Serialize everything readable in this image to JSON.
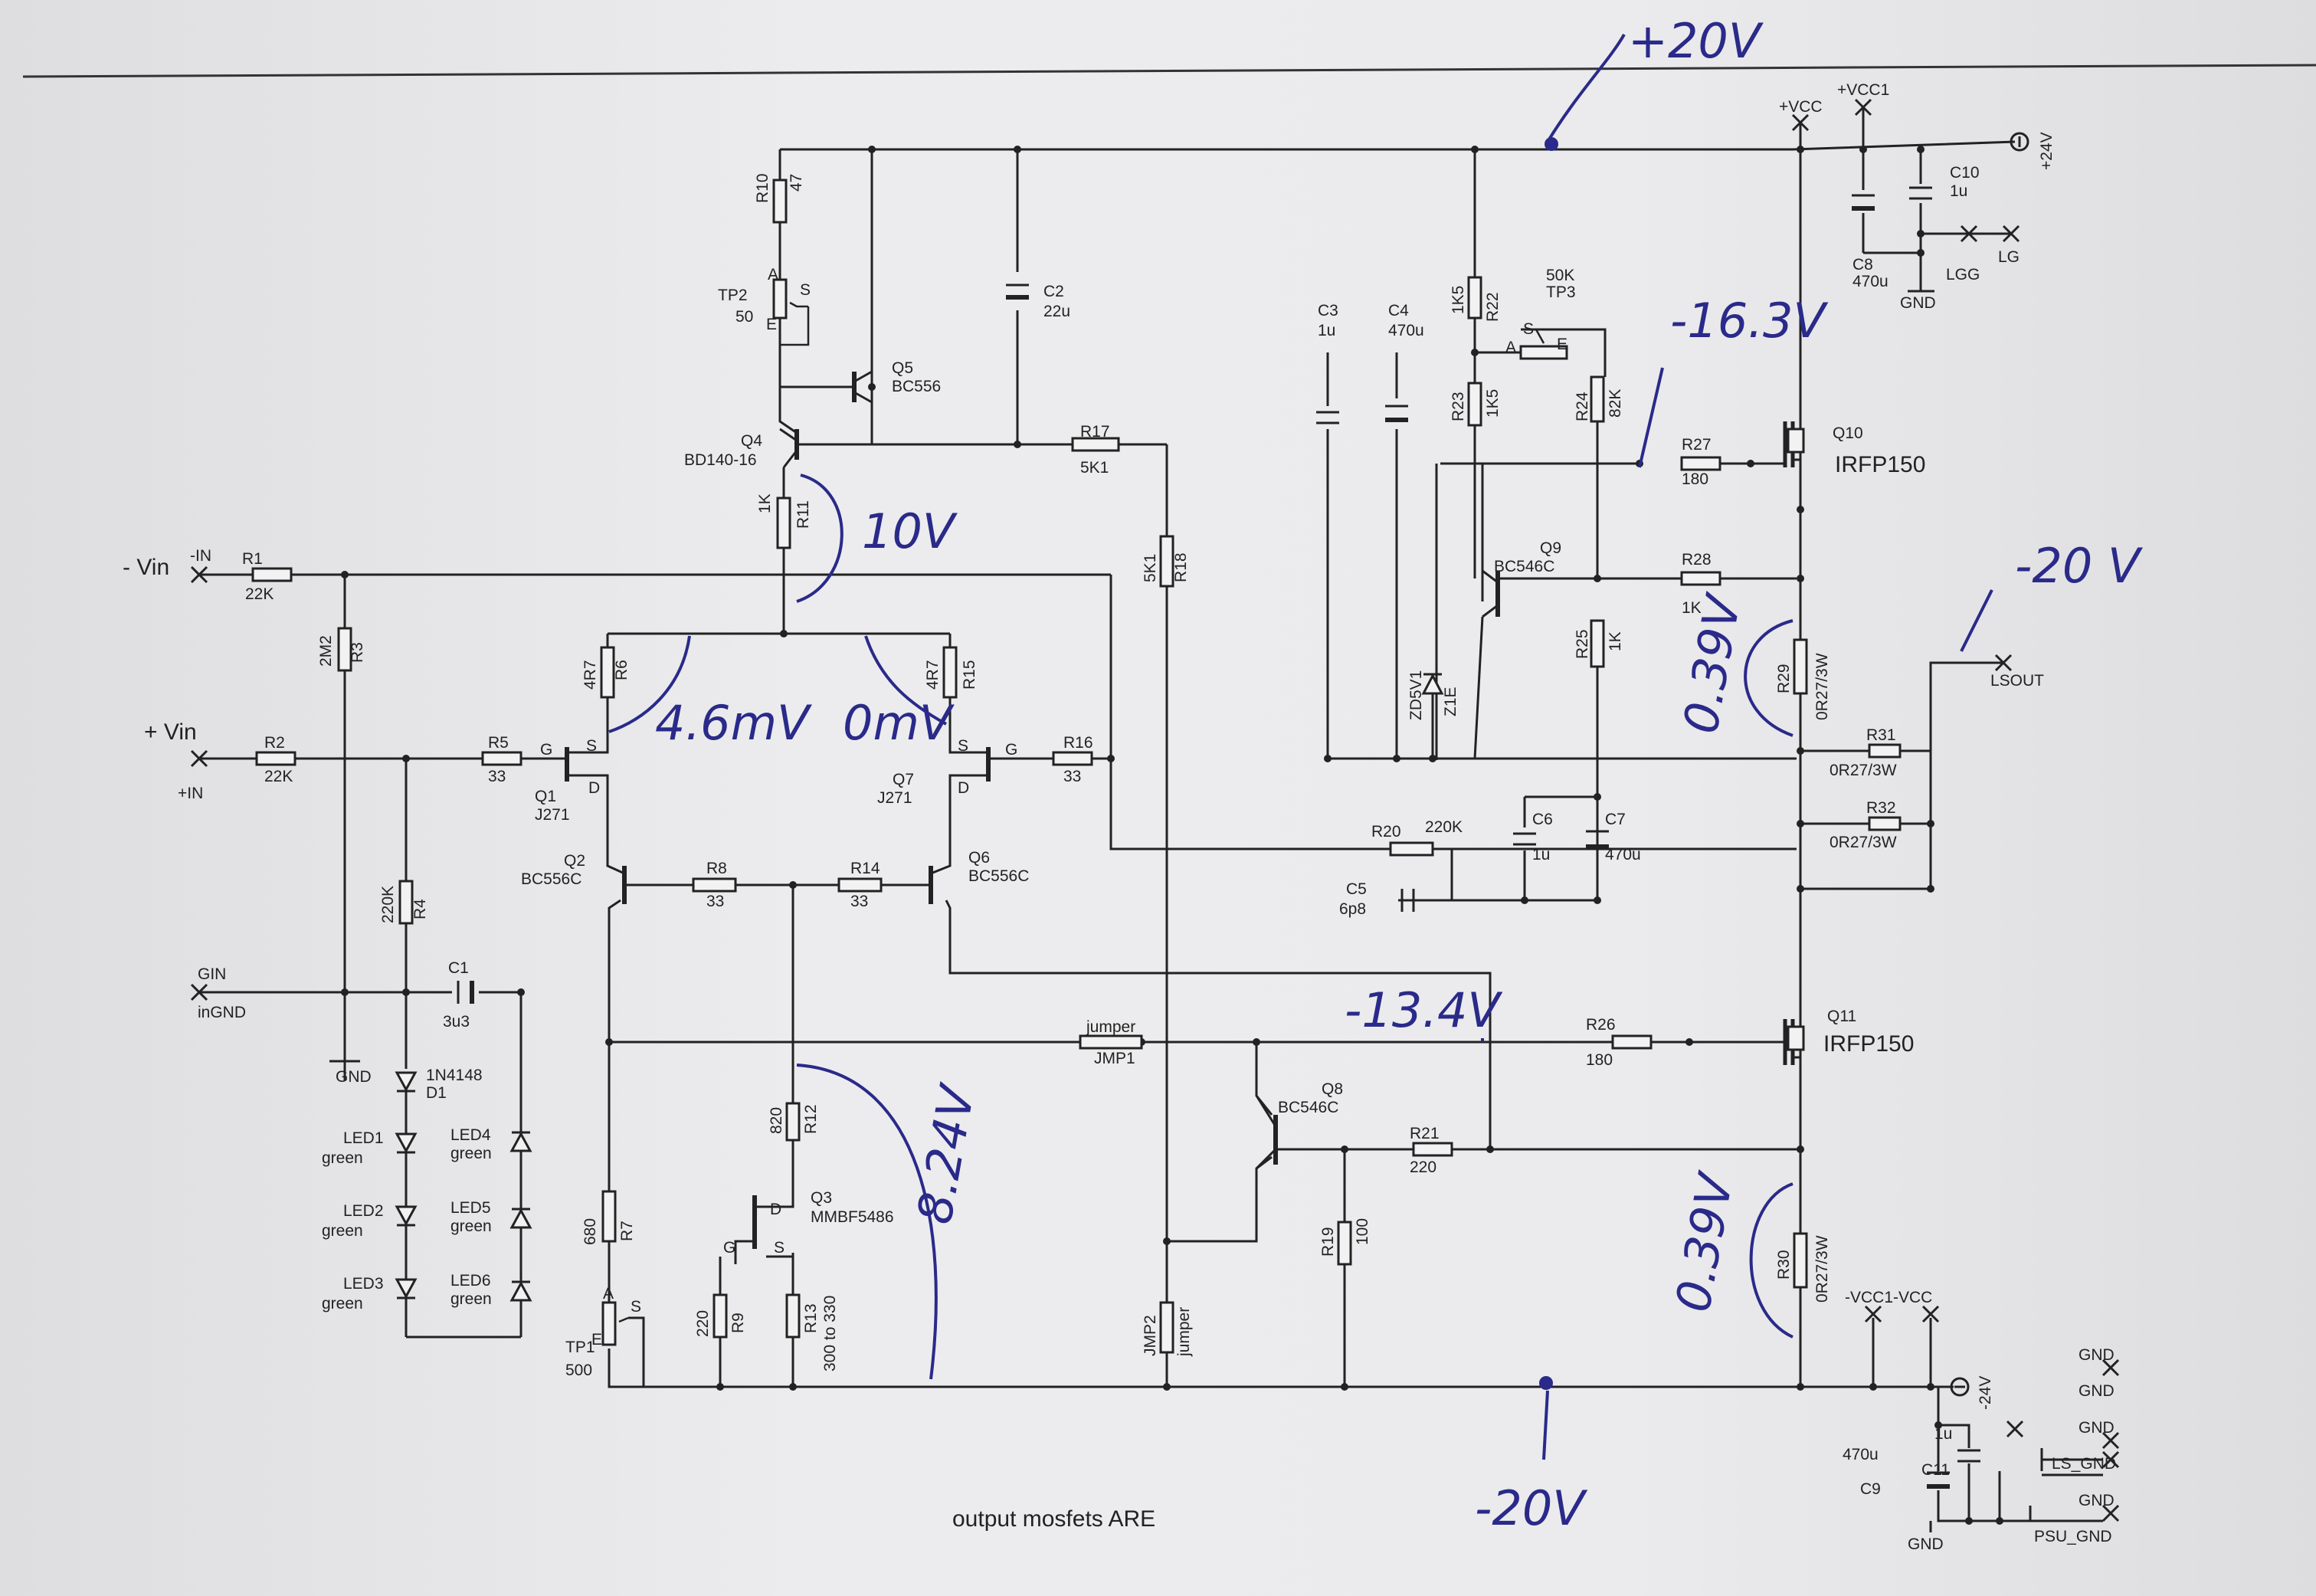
{
  "document": {
    "caption": "output mosfets ARE"
  },
  "annotations": {
    "rail_pos": "+20V",
    "rail_neg": "-20V",
    "rail_neg_top": "-20 V",
    "q4_emitter": "10V",
    "r6_drop": "4.6mV",
    "r15_drop": "0mV",
    "q10_gate": "-16.3V",
    "q11_gate": "-13.4V",
    "q3_drop": "8.24V",
    "r29_drop": "0.39V",
    "r30_drop": "0.39V"
  },
  "labels": {
    "vin_neg": "- Vin",
    "in_neg": "-IN",
    "vin_pos": "+ Vin",
    "in_pos": "+IN",
    "gin": "GIN",
    "ingnd": "inGND",
    "gnd": "GND",
    "vcc": "+VCC",
    "vcc1": "+VCC1",
    "v24": "+24V",
    "vneg24": "-24V",
    "lg": "LG",
    "lgg": "LGG",
    "lsout": "LSOUT",
    "vneg": "-VCC1-VCC",
    "ls_gnd": "LS_GND",
    "psu_gnd": "PSU_GND",
    "gnd1": "GND",
    "gnd2": "GND",
    "gnd3": "GND",
    "gnd4": "GND",
    "gnd5": "GND",
    "gnd6": "GND",
    "gnd7": "GND"
  },
  "components": {
    "R1": {
      "ref": "R1",
      "value": "22K"
    },
    "R2": {
      "ref": "R2",
      "value": "22K"
    },
    "R3": {
      "ref": "R3",
      "value": "2M2"
    },
    "R4": {
      "ref": "R4",
      "value": "220K"
    },
    "R5": {
      "ref": "R5",
      "value": "33"
    },
    "R6": {
      "ref": "R6",
      "value": "4R7"
    },
    "R7": {
      "ref": "R7",
      "value": "680"
    },
    "R8": {
      "ref": "R8",
      "value": "33"
    },
    "R9": {
      "ref": "R9",
      "value": "220"
    },
    "R10": {
      "ref": "R10",
      "value": "47"
    },
    "R11": {
      "ref": "R11",
      "value": "1K"
    },
    "R12": {
      "ref": "R12",
      "value": "820"
    },
    "R13": {
      "ref": "R13",
      "value": "300 to 330"
    },
    "R14": {
      "ref": "R14",
      "value": "33"
    },
    "R15": {
      "ref": "R15",
      "value": "4R7"
    },
    "R16": {
      "ref": "R16",
      "value": "33"
    },
    "R17": {
      "ref": "R17",
      "value": "5K1"
    },
    "R18": {
      "ref": "R18",
      "value": "5K1"
    },
    "R19": {
      "ref": "R19",
      "value": "100"
    },
    "R20": {
      "ref": "R20",
      "value": "220K"
    },
    "R21": {
      "ref": "R21",
      "value": "220"
    },
    "R22": {
      "ref": "R22",
      "value": "1K5"
    },
    "R23": {
      "ref": "R23",
      "value": "1K5"
    },
    "R24": {
      "ref": "R24",
      "value": "82K"
    },
    "R25": {
      "ref": "R25",
      "value": "1K"
    },
    "R26": {
      "ref": "R26",
      "value": "180"
    },
    "R27": {
      "ref": "R27",
      "value": "180"
    },
    "R28": {
      "ref": "R28",
      "value": "1K"
    },
    "R29": {
      "ref": "R29",
      "value": "0R27/3W"
    },
    "R30": {
      "ref": "R30",
      "value": "0R27/3W"
    },
    "R31": {
      "ref": "R31",
      "value": "0R27/3W"
    },
    "R32": {
      "ref": "R32",
      "value": "0R27/3W"
    },
    "C1": {
      "ref": "C1",
      "value": "3u3"
    },
    "C2": {
      "ref": "C2",
      "value": "22u"
    },
    "C3": {
      "ref": "C3",
      "value": "1u"
    },
    "C4": {
      "ref": "C4",
      "value": "470u"
    },
    "C5": {
      "ref": "C5",
      "value": "6p8"
    },
    "C6": {
      "ref": "C6",
      "value": "1u"
    },
    "C7": {
      "ref": "C7",
      "value": "470u"
    },
    "C8": {
      "ref": "C8",
      "value": "470u"
    },
    "C9": {
      "ref": "C9",
      "value": "470u"
    },
    "C10": {
      "ref": "C10",
      "value": "1u"
    },
    "C11": {
      "ref": "C11",
      "value": "1u"
    },
    "Q1": {
      "ref": "Q1",
      "value": "J271"
    },
    "Q2": {
      "ref": "Q2",
      "value": "BC556C"
    },
    "Q3": {
      "ref": "Q3",
      "value": "MMBF5486"
    },
    "Q4": {
      "ref": "Q4",
      "value": "BD140-16"
    },
    "Q5": {
      "ref": "Q5",
      "value": "BC556"
    },
    "Q6": {
      "ref": "Q6",
      "value": "BC556C"
    },
    "Q7": {
      "ref": "Q7",
      "value": "J271"
    },
    "Q8": {
      "ref": "Q8",
      "value": "BC546C"
    },
    "Q9": {
      "ref": "Q9",
      "value": "BC546C"
    },
    "Q10": {
      "ref": "Q10",
      "value": "IRFP150"
    },
    "Q11": {
      "ref": "Q11",
      "value": "IRFP150"
    },
    "TP1": {
      "ref": "TP1",
      "value": "500"
    },
    "TP2": {
      "ref": "TP2",
      "value": "50"
    },
    "TP3": {
      "ref": "TP3",
      "value": "50K"
    },
    "D1": {
      "ref": "D1",
      "value": "1N4148"
    },
    "ZD5V1": {
      "ref": "ZD5V1",
      "value": "Z1E"
    },
    "LED1": {
      "ref": "LED1",
      "value": "green"
    },
    "LED2": {
      "ref": "LED2",
      "value": "green"
    },
    "LED3": {
      "ref": "LED3",
      "value": "green"
    },
    "LED4": {
      "ref": "LED4",
      "value": "green"
    },
    "LED5": {
      "ref": "LED5",
      "value": "green"
    },
    "LED6": {
      "ref": "LED6",
      "value": "green"
    },
    "JMP1": {
      "ref": "JMP1",
      "value": "jumper"
    },
    "JMP2": {
      "ref": "JMP2",
      "value": "jumper"
    }
  },
  "pins": {
    "g": "G",
    "s": "S",
    "d": "D",
    "a": "A",
    "e": "E"
  }
}
